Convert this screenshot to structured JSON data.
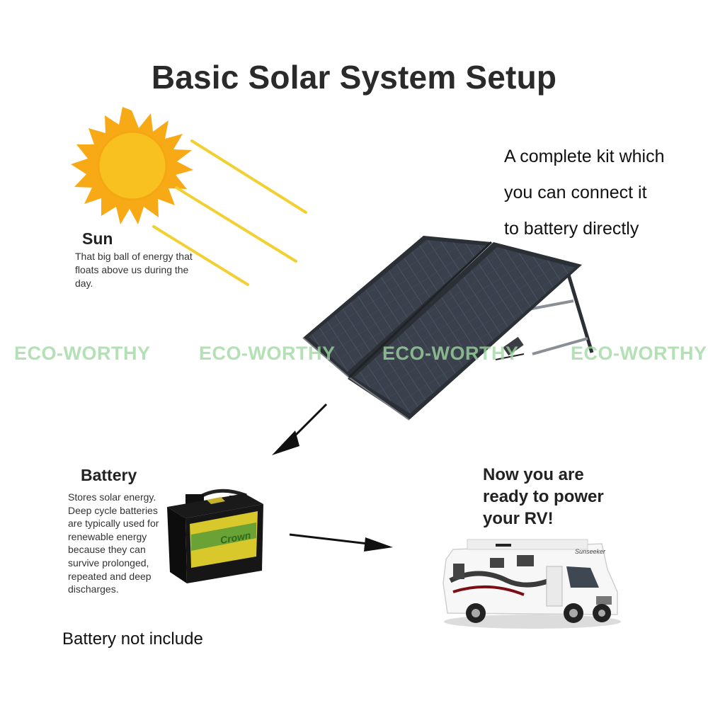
{
  "title": "Basic Solar System Setup",
  "kit_description": [
    "A complete kit which",
    "you can connect it",
    "to battery directly"
  ],
  "sun": {
    "label": "Sun",
    "description": "That big ball of energy that floats above us during the day."
  },
  "battery": {
    "label": "Battery",
    "description": "Stores solar energy. Deep cycle batteries are typically used for renewable energy because they can survive prolonged, repeated and deep discharges.",
    "product_text": "Crown"
  },
  "rv": {
    "ready_text": [
      "Now you are",
      "ready to power",
      "your RV!"
    ],
    "brand_text": "Sunseeker"
  },
  "footnote": "Battery not include",
  "watermark": "ECO-WORTHY",
  "colors": {
    "sun": "#f7b31c",
    "sun_core": "#f9c11f",
    "ray": "#f2d032",
    "panel": "#3b4350",
    "watermark": "#9ed8a0",
    "arrow": "#111111"
  }
}
